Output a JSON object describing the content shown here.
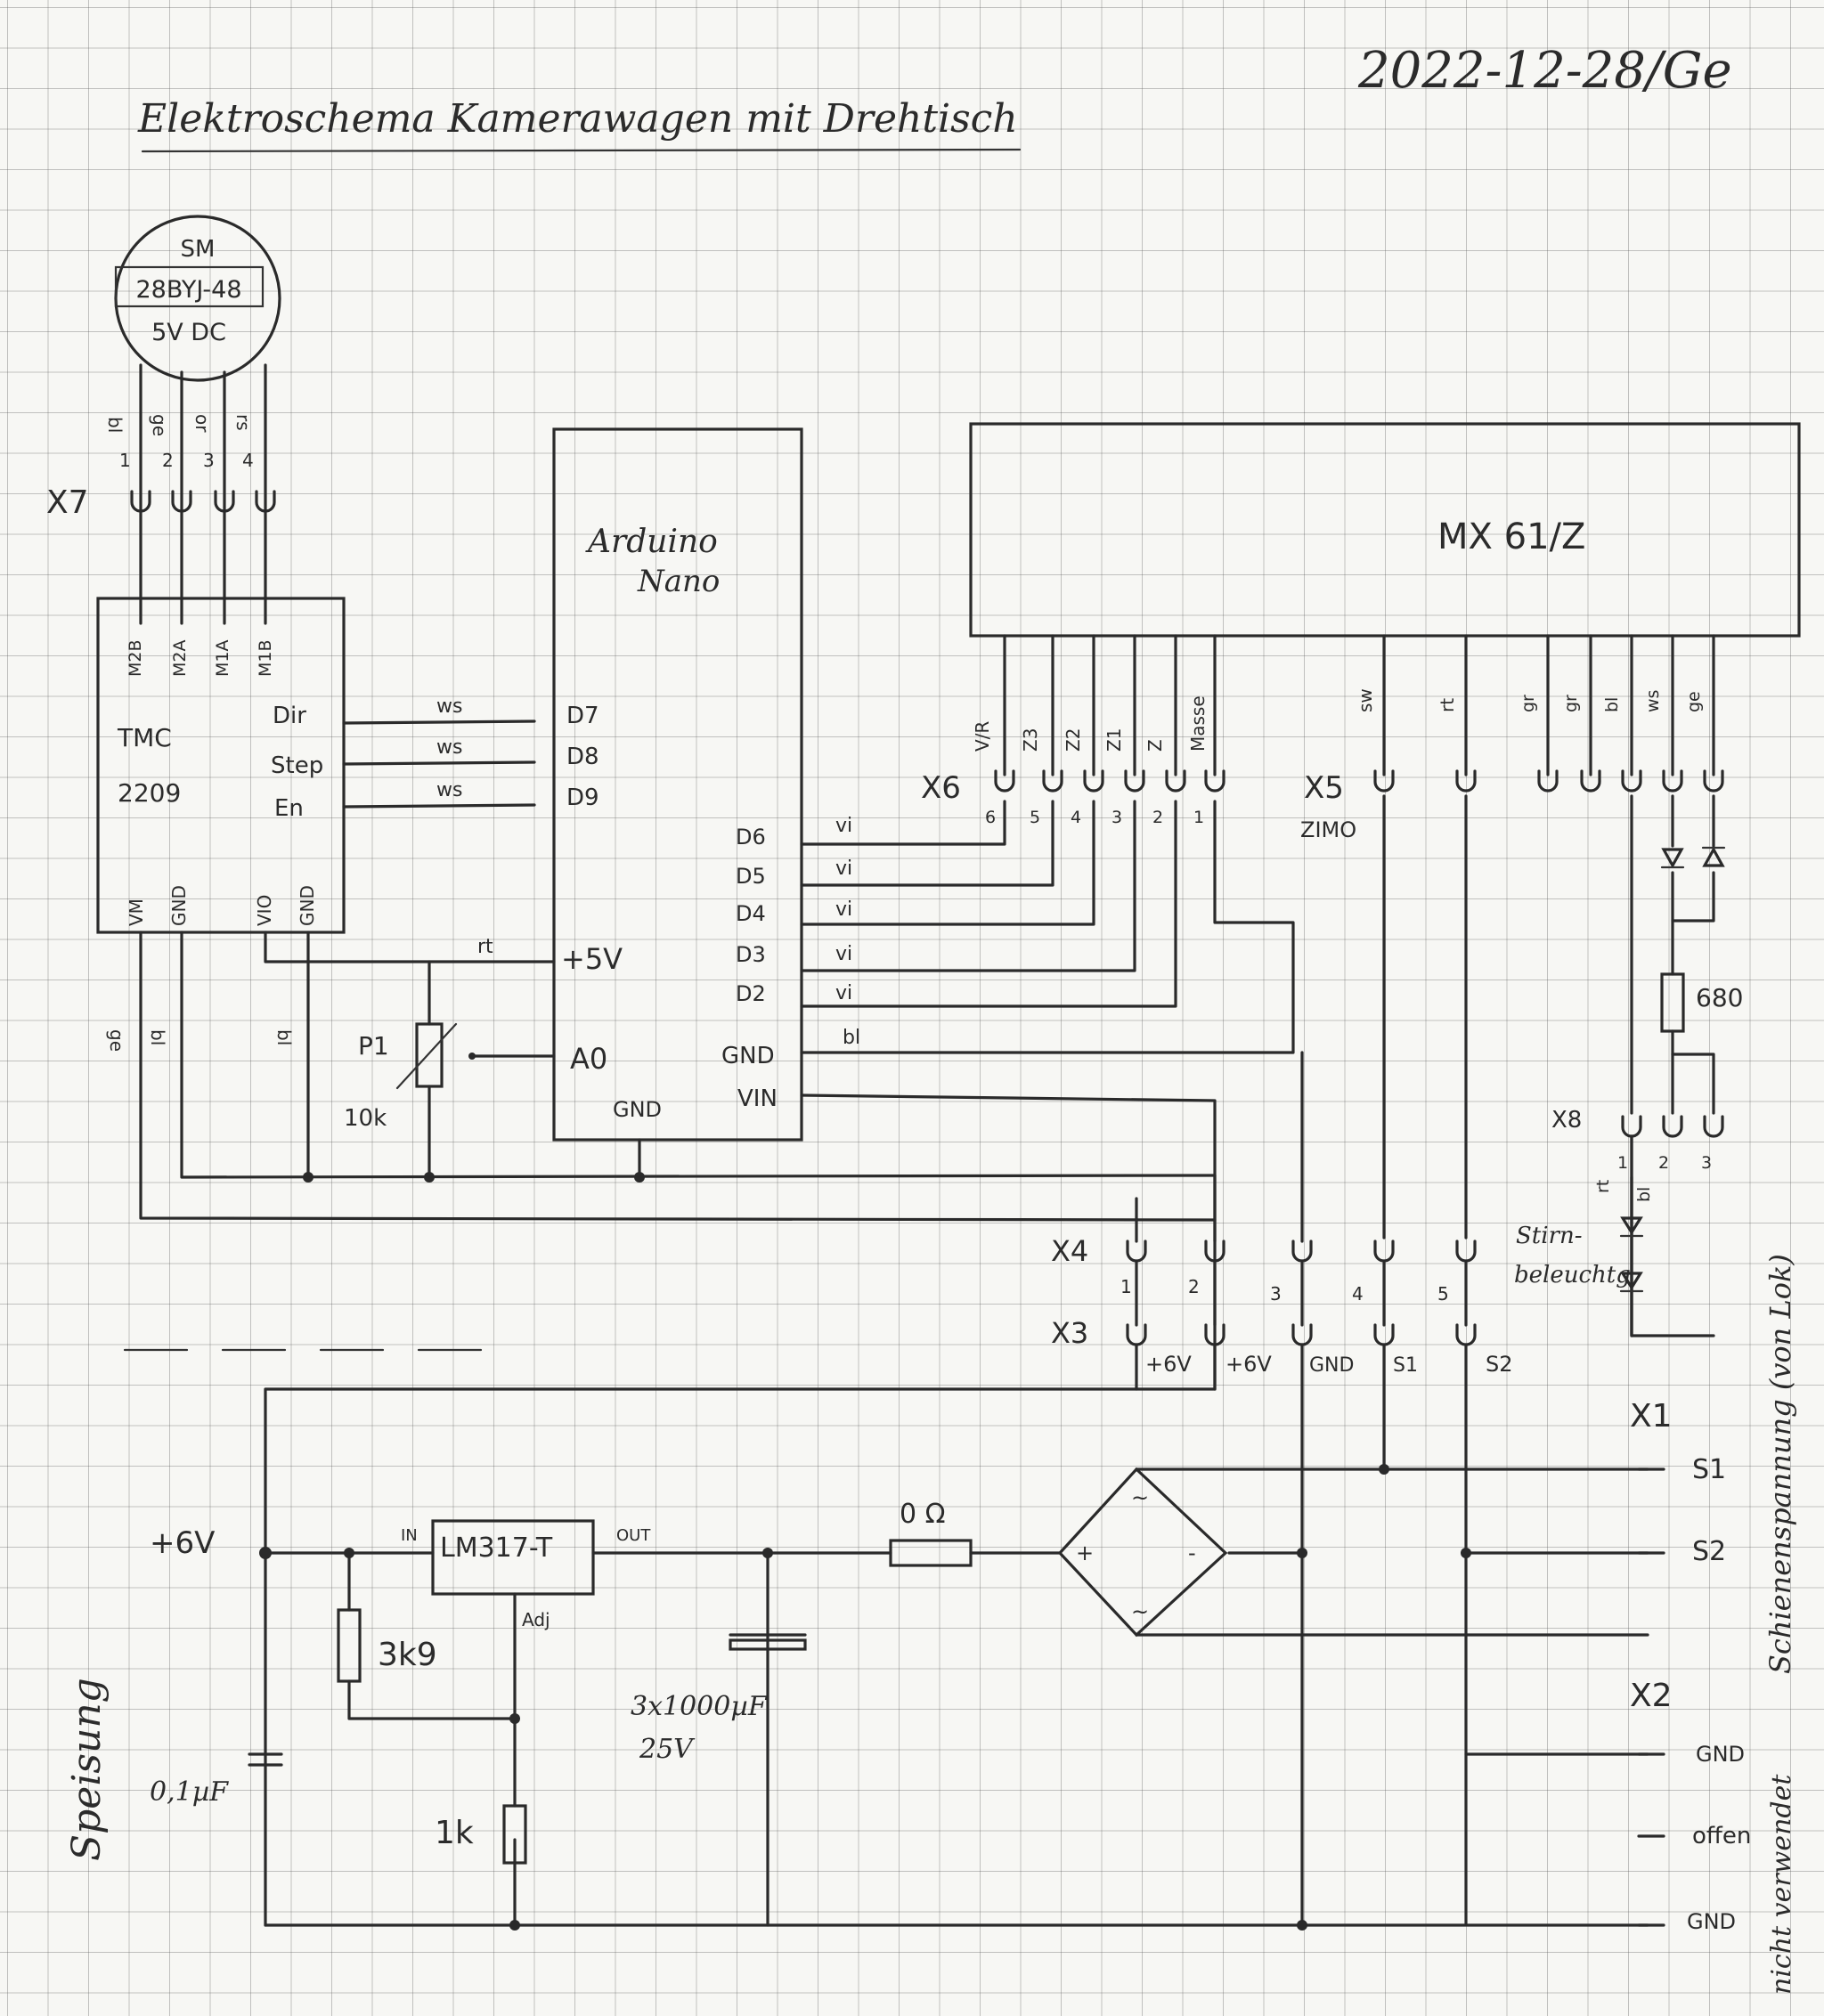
{
  "title": "Elektroschema Kamerawagen mit Drehtisch",
  "date": "2022-12-28/Ge",
  "motor": {
    "line1": "SM",
    "line2": "28BYJ-48",
    "line3": "5V DC"
  },
  "motor_wires": {
    "colors": [
      "bl",
      "ge",
      "or",
      "rs"
    ],
    "pins": [
      "1",
      "2",
      "3",
      "4"
    ]
  },
  "x7": "X7",
  "tmc": {
    "name1": "TMC",
    "name2": "2209",
    "top_pins": [
      "M2B",
      "M2A",
      "M1A",
      "M1B"
    ],
    "dir": "Dir",
    "step": "Step",
    "en": "En",
    "bottom_pins": [
      "VM",
      "GND",
      "VIO",
      "GND"
    ]
  },
  "arduino": {
    "name1": "Arduino",
    "name2": "Nano",
    "d7": "D7",
    "d8": "D8",
    "d9": "D9",
    "d6": "D6",
    "d5": "D5",
    "d4": "D4",
    "d3": "D3",
    "d2": "D2",
    "plus5v": "+5V",
    "a0": "A0",
    "gnd_right": "GND",
    "vin": "VIN",
    "gnd_bottom": "GND"
  },
  "wire_labels": {
    "ws": "ws",
    "vi": "vi",
    "bl": "bl",
    "rt": "rt",
    "ge": "ge"
  },
  "poti": {
    "name": "P1",
    "value": "10k"
  },
  "decoder": {
    "name": "MX 61/Z"
  },
  "x6": {
    "name": "X6",
    "labels": [
      "V/R",
      "Z3",
      "Z2",
      "Z1",
      "Z",
      "Masse"
    ],
    "pins": [
      "6",
      "5",
      "4",
      "3",
      "2",
      "1"
    ]
  },
  "x5": {
    "name": "X5",
    "sub": "ZIMO",
    "labels": [
      "sw",
      "rt",
      "gr",
      "gr",
      "bl",
      "ws",
      "ge"
    ]
  },
  "resistor_680": "680",
  "x8": {
    "name": "X8",
    "pins": [
      "1",
      "2",
      "3"
    ],
    "wires": [
      "rt",
      "bl"
    ]
  },
  "stirn": {
    "line1": "Stirn-",
    "line2": "beleuchtg"
  },
  "x4": "X4",
  "x3": "X3",
  "x34_pins": [
    "1",
    "2",
    "3",
    "4",
    "5"
  ],
  "x3_labels": [
    "+6V",
    "+6V",
    "GND",
    "S1",
    "S2"
  ],
  "x1": {
    "name": "X1",
    "s1": "S1",
    "s2": "S2"
  },
  "x2": {
    "name": "X2",
    "gnd1": "GND",
    "offen": "offen",
    "gnd2": "GND"
  },
  "supply": {
    "plus6v": "+6V",
    "lm317": "LM317-T",
    "in": "IN",
    "out": "OUT",
    "adj": "Adj",
    "r_3k9": "3k9",
    "r_1k": "1k",
    "c_01": "0,1µF",
    "caps1": "3x1000µF",
    "caps2": "25V",
    "r_0": "0 Ω"
  },
  "side_speisung": "Speisung",
  "side_schiene": "Schienenspannung (von Lok)",
  "side_nicht": "nicht verwendet"
}
